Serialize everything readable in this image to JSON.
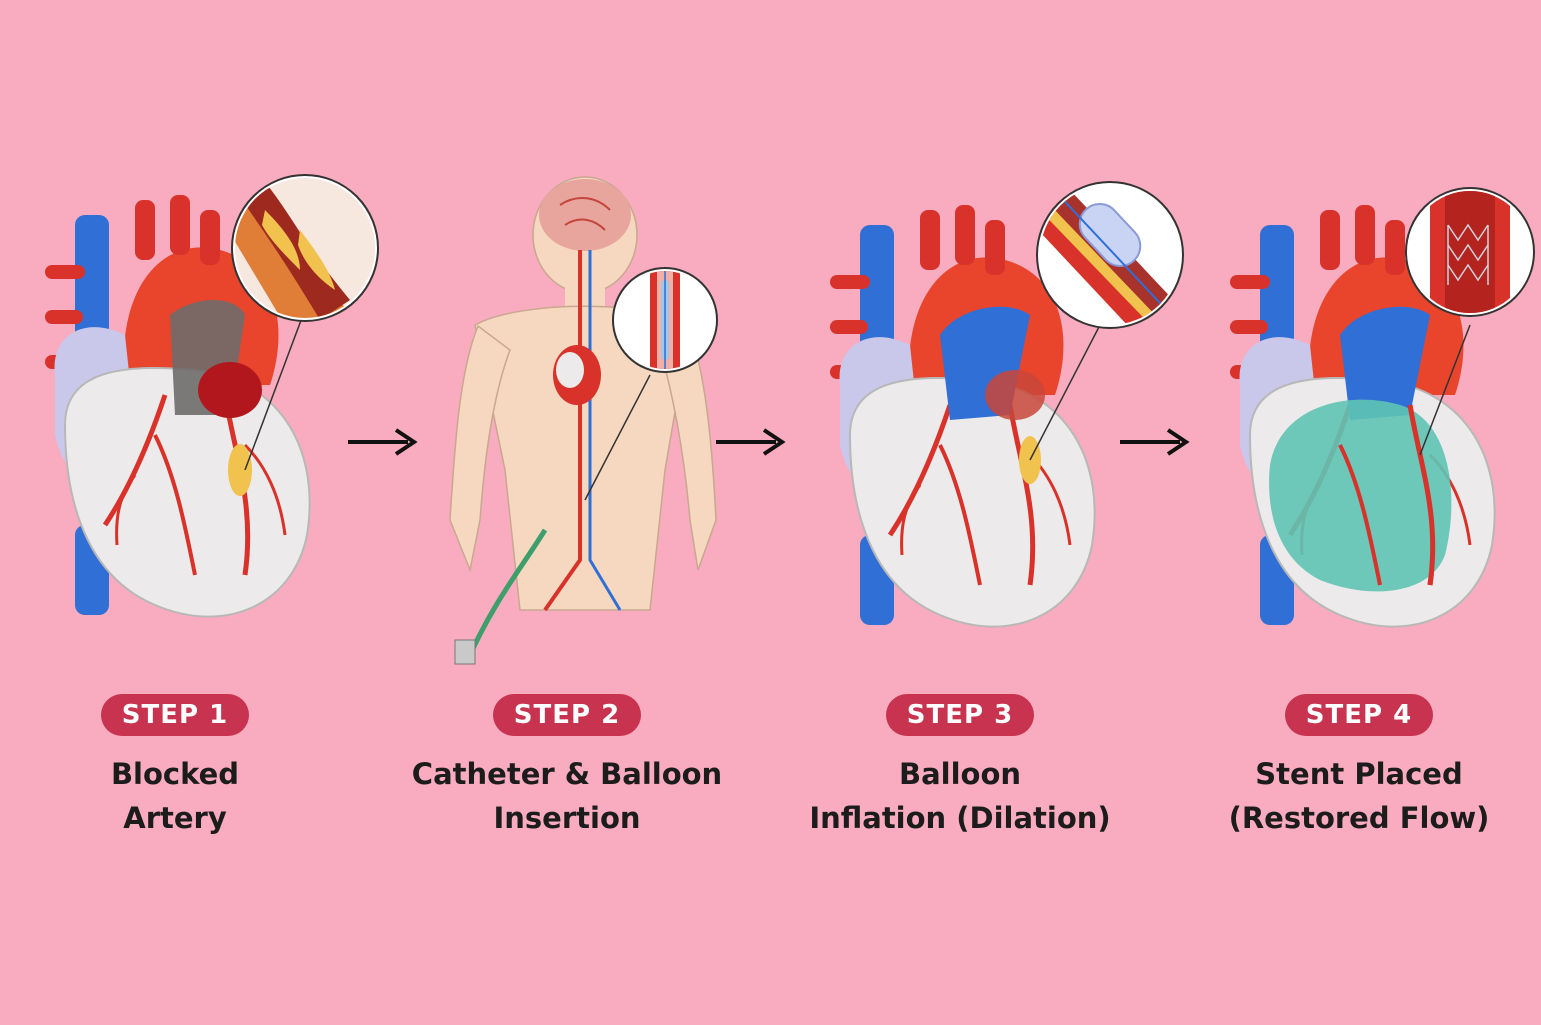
{
  "colors": {
    "background": "#f9abbf",
    "badge": "#c8334f",
    "badge_text": "#ffffff",
    "caption_text": "#1c1c1c",
    "artery_red": "#d8322a",
    "vein_blue": "#2f6fd6",
    "plaque_yellow": "#f1c24e",
    "myocardium": "#eceaea",
    "restored_teal": "#5fc4b4"
  },
  "steps": [
    {
      "badge": "STEP 1",
      "line1": "Blocked",
      "line2": "Artery",
      "icon": "heart-blocked-artery-icon"
    },
    {
      "badge": "STEP 2",
      "line1": "Catheter & Balloon",
      "line2": "Insertion",
      "icon": "body-catheter-icon"
    },
    {
      "badge": "STEP 3",
      "line1": "Balloon",
      "line2": "Inflation (Dilation)",
      "icon": "heart-balloon-icon"
    },
    {
      "badge": "STEP 4",
      "line1": "Stent Placed",
      "line2": "(Restored Flow)",
      "icon": "heart-stent-icon"
    }
  ]
}
